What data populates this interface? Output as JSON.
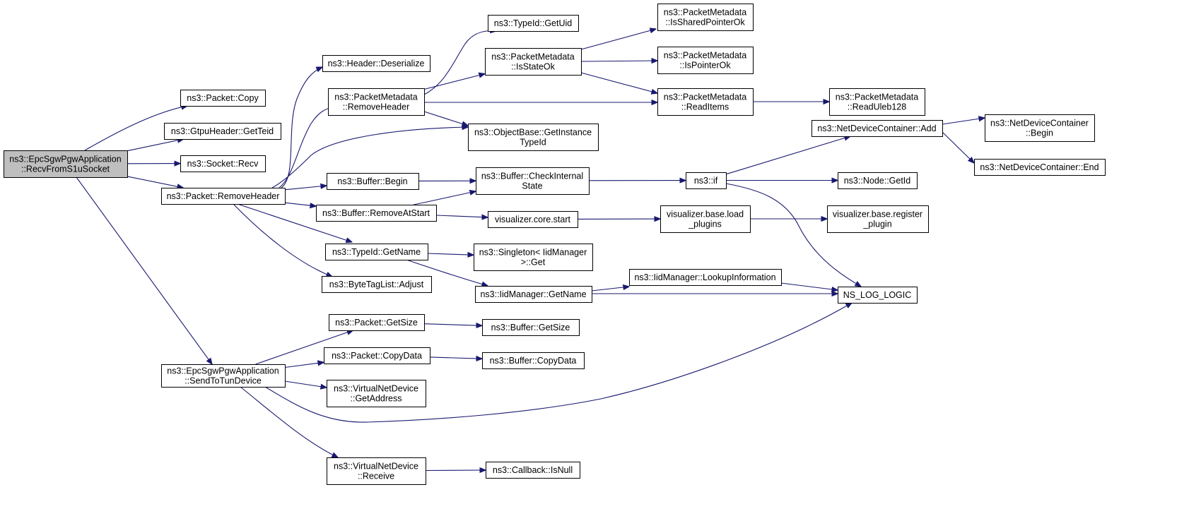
{
  "graph": {
    "kind": "call-graph",
    "root": "recv_from_s1u",
    "colors": {
      "edge": "#191970",
      "root_fill": "#bfbfbf",
      "node_fill": "#ffffff",
      "node_border": "#000000"
    },
    "nodes": [
      {
        "id": "recv_from_s1u",
        "lines": [
          "ns3::EpcSgwPgwApplication",
          "::RecvFromS1uSocket"
        ]
      },
      {
        "id": "packet_copy",
        "lines": [
          "ns3::Packet::Copy"
        ]
      },
      {
        "id": "gtpu_get_teid",
        "lines": [
          "ns3::GtpuHeader::GetTeid"
        ]
      },
      {
        "id": "socket_recv",
        "lines": [
          "ns3::Socket::Recv"
        ]
      },
      {
        "id": "packet_remove_header",
        "lines": [
          "ns3::Packet::RemoveHeader"
        ]
      },
      {
        "id": "send_to_tun",
        "lines": [
          "ns3::EpcSgwPgwApplication",
          "::SendToTunDevice"
        ]
      },
      {
        "id": "header_deserialize",
        "lines": [
          "ns3::Header::Deserialize"
        ]
      },
      {
        "id": "pm_remove_header",
        "lines": [
          "ns3::PacketMetadata",
          "::RemoveHeader"
        ]
      },
      {
        "id": "buffer_begin",
        "lines": [
          "ns3::Buffer::Begin"
        ]
      },
      {
        "id": "buffer_remove_at_start",
        "lines": [
          "ns3::Buffer::RemoveAtStart"
        ]
      },
      {
        "id": "typeid_getname",
        "lines": [
          "ns3::TypeId::GetName"
        ]
      },
      {
        "id": "bytetaglist_adjust",
        "lines": [
          "ns3::ByteTagList::Adjust"
        ]
      },
      {
        "id": "packet_getsize",
        "lines": [
          "ns3::Packet::GetSize"
        ]
      },
      {
        "id": "packet_copydata",
        "lines": [
          "ns3::Packet::CopyData"
        ]
      },
      {
        "id": "vnd_getaddress",
        "lines": [
          "ns3::VirtualNetDevice",
          "::GetAddress"
        ]
      },
      {
        "id": "vnd_receive",
        "lines": [
          "ns3::VirtualNetDevice",
          "::Receive"
        ]
      },
      {
        "id": "typeid_getuid",
        "lines": [
          "ns3::TypeId::GetUid"
        ]
      },
      {
        "id": "pm_isstateok",
        "lines": [
          "ns3::PacketMetadata",
          "::IsStateOk"
        ]
      },
      {
        "id": "objectbase_getinstancetypeid",
        "lines": [
          "ns3::ObjectBase::GetInstance",
          "TypeId"
        ]
      },
      {
        "id": "buffer_checkinternalstate",
        "lines": [
          "ns3::Buffer::CheckInternal",
          "State"
        ]
      },
      {
        "id": "vis_core_start",
        "lines": [
          "visualizer.core.start"
        ]
      },
      {
        "id": "singleton_get",
        "lines": [
          "ns3::Singleton< IidManager",
          " >::Get"
        ]
      },
      {
        "id": "iidmanager_getname",
        "lines": [
          "ns3::IidManager::GetName"
        ]
      },
      {
        "id": "buffer_getsize",
        "lines": [
          "ns3::Buffer::GetSize"
        ]
      },
      {
        "id": "buffer_copydata",
        "lines": [
          "ns3::Buffer::CopyData"
        ]
      },
      {
        "id": "callback_isnull",
        "lines": [
          "ns3::Callback::IsNull"
        ]
      },
      {
        "id": "pm_issharedpointerok",
        "lines": [
          "ns3::PacketMetadata",
          "::IsSharedPointerOk"
        ]
      },
      {
        "id": "pm_ispointerok",
        "lines": [
          "ns3::PacketMetadata",
          "::IsPointerOk"
        ]
      },
      {
        "id": "pm_readitems",
        "lines": [
          "ns3::PacketMetadata",
          "::ReadItems"
        ]
      },
      {
        "id": "ns3_if",
        "lines": [
          "ns3::if"
        ]
      },
      {
        "id": "vis_base_load_plugins",
        "lines": [
          "visualizer.base.load",
          "_plugins"
        ]
      },
      {
        "id": "iidmanager_lookupinformation",
        "lines": [
          "ns3::IidManager::LookupInformation"
        ]
      },
      {
        "id": "pm_readuleb128",
        "lines": [
          "ns3::PacketMetadata",
          "::ReadUleb128"
        ]
      },
      {
        "id": "ndc_add",
        "lines": [
          "ns3::NetDeviceContainer::Add"
        ]
      },
      {
        "id": "node_getid",
        "lines": [
          "ns3::Node::GetId"
        ]
      },
      {
        "id": "vis_base_register_plugin",
        "lines": [
          "visualizer.base.register",
          "_plugin"
        ]
      },
      {
        "id": "ns_log_logic",
        "lines": [
          "NS_LOG_LOGIC"
        ]
      },
      {
        "id": "ndc_begin",
        "lines": [
          "ns3::NetDeviceContainer",
          "::Begin"
        ]
      },
      {
        "id": "ndc_end",
        "lines": [
          "ns3::NetDeviceContainer::End"
        ]
      }
    ],
    "edges": [
      {
        "from": "recv_from_s1u",
        "to": "packet_copy"
      },
      {
        "from": "recv_from_s1u",
        "to": "gtpu_get_teid"
      },
      {
        "from": "recv_from_s1u",
        "to": "socket_recv"
      },
      {
        "from": "recv_from_s1u",
        "to": "packet_remove_header"
      },
      {
        "from": "recv_from_s1u",
        "to": "send_to_tun"
      },
      {
        "from": "packet_remove_header",
        "to": "header_deserialize"
      },
      {
        "from": "packet_remove_header",
        "to": "pm_remove_header"
      },
      {
        "from": "packet_remove_header",
        "to": "objectbase_getinstancetypeid"
      },
      {
        "from": "packet_remove_header",
        "to": "buffer_begin"
      },
      {
        "from": "packet_remove_header",
        "to": "buffer_remove_at_start"
      },
      {
        "from": "packet_remove_header",
        "to": "typeid_getname"
      },
      {
        "from": "packet_remove_header",
        "to": "bytetaglist_adjust"
      },
      {
        "from": "pm_remove_header",
        "to": "typeid_getuid"
      },
      {
        "from": "pm_remove_header",
        "to": "pm_isstateok"
      },
      {
        "from": "pm_remove_header",
        "to": "pm_readitems"
      },
      {
        "from": "pm_remove_header",
        "to": "objectbase_getinstancetypeid"
      },
      {
        "from": "pm_isstateok",
        "to": "pm_issharedpointerok"
      },
      {
        "from": "pm_isstateok",
        "to": "pm_ispointerok"
      },
      {
        "from": "pm_isstateok",
        "to": "pm_readitems"
      },
      {
        "from": "pm_readitems",
        "to": "pm_readuleb128"
      },
      {
        "from": "buffer_begin",
        "to": "buffer_checkinternalstate"
      },
      {
        "from": "buffer_remove_at_start",
        "to": "buffer_checkinternalstate"
      },
      {
        "from": "buffer_remove_at_start",
        "to": "vis_core_start"
      },
      {
        "from": "buffer_checkinternalstate",
        "to": "ns3_if"
      },
      {
        "from": "ns3_if",
        "to": "ndc_add"
      },
      {
        "from": "ns3_if",
        "to": "node_getid"
      },
      {
        "from": "ns3_if",
        "to": "ns_log_logic"
      },
      {
        "from": "ndc_add",
        "to": "ndc_begin"
      },
      {
        "from": "ndc_add",
        "to": "ndc_end"
      },
      {
        "from": "vis_core_start",
        "to": "vis_base_load_plugins"
      },
      {
        "from": "vis_base_load_plugins",
        "to": "vis_base_register_plugin"
      },
      {
        "from": "typeid_getname",
        "to": "singleton_get"
      },
      {
        "from": "typeid_getname",
        "to": "iidmanager_getname"
      },
      {
        "from": "iidmanager_getname",
        "to": "iidmanager_lookupinformation"
      },
      {
        "from": "iidmanager_getname",
        "to": "ns_log_logic"
      },
      {
        "from": "iidmanager_lookupinformation",
        "to": "ns_log_logic"
      },
      {
        "from": "send_to_tun",
        "to": "packet_getsize"
      },
      {
        "from": "send_to_tun",
        "to": "packet_copydata"
      },
      {
        "from": "send_to_tun",
        "to": "vnd_getaddress"
      },
      {
        "from": "send_to_tun",
        "to": "vnd_receive"
      },
      {
        "from": "send_to_tun",
        "to": "ns_log_logic"
      },
      {
        "from": "packet_getsize",
        "to": "buffer_getsize"
      },
      {
        "from": "packet_copydata",
        "to": "buffer_copydata"
      },
      {
        "from": "vnd_receive",
        "to": "callback_isnull"
      }
    ]
  }
}
